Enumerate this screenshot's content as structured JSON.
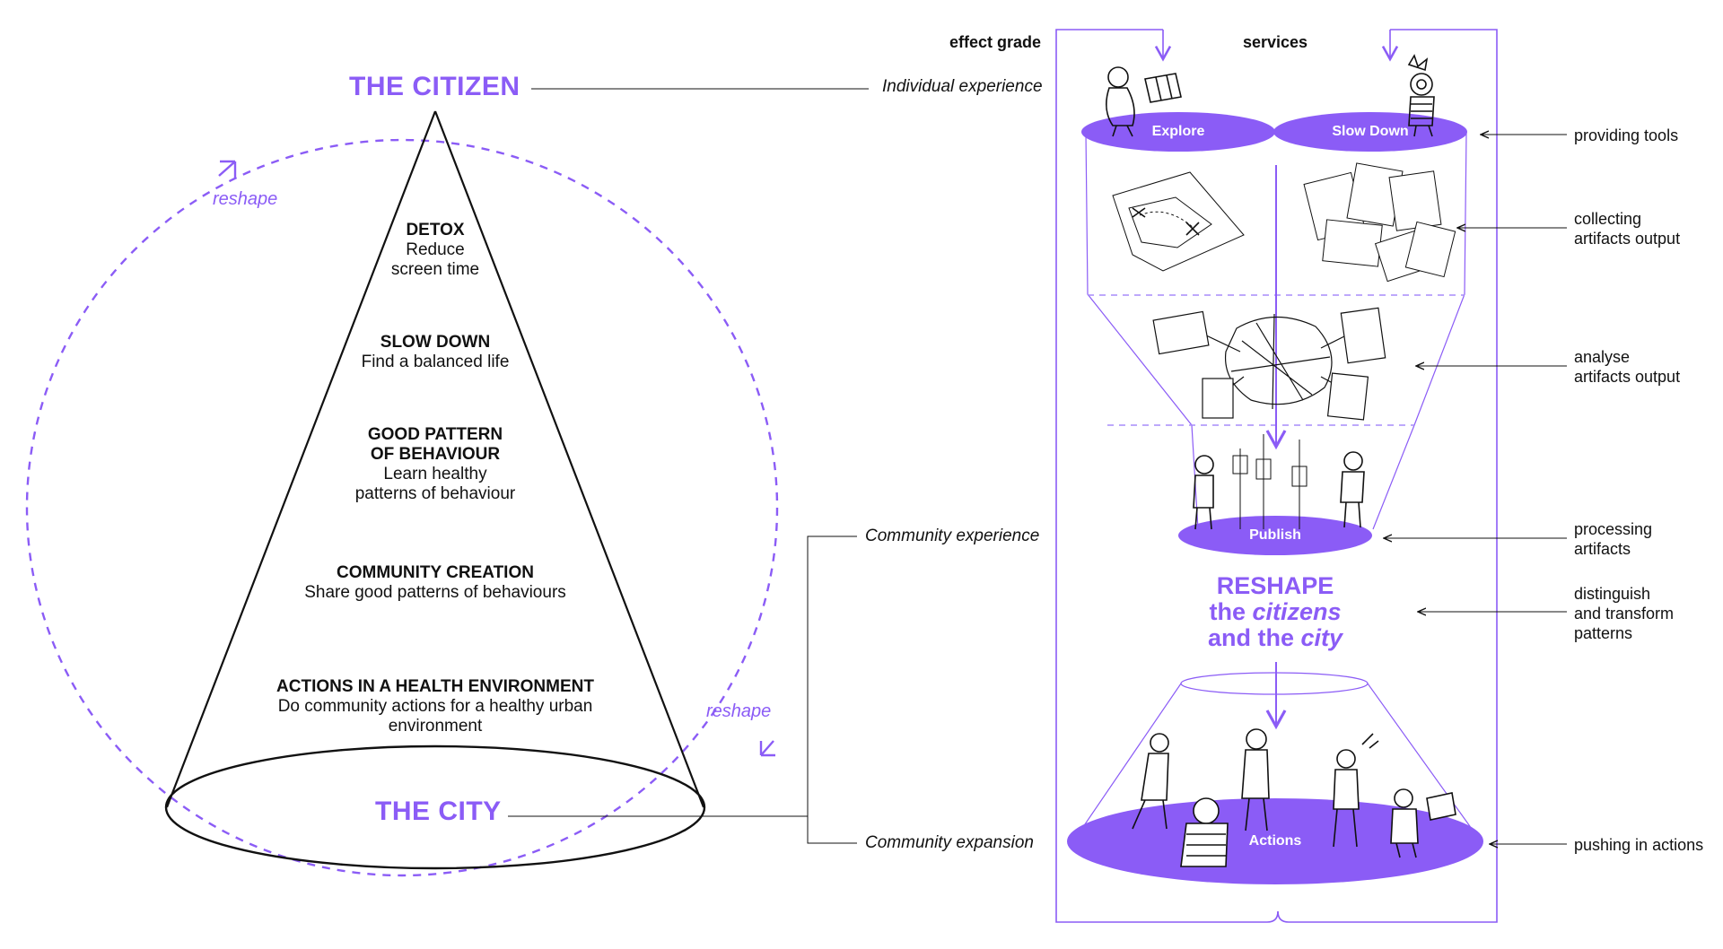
{
  "left": {
    "citizen_title": "THE CITIZEN",
    "city_title": "THE CITY",
    "reshape_top": "reshape",
    "reshape_bottom": "reshape",
    "individual_experience": "Individual experience",
    "community_experience": "Community experience",
    "community_expansion": "Community expansion",
    "levels": [
      {
        "heading": "DETOX",
        "desc": [
          "Reduce",
          "screen time"
        ]
      },
      {
        "heading": "SLOW DOWN",
        "desc": [
          "Find a balanced life"
        ]
      },
      {
        "heading": [
          "GOOD PATTERN",
          "OF BEHAVIOUR"
        ],
        "desc": [
          "Learn healthy",
          "patterns of behaviour"
        ]
      },
      {
        "heading": "COMMUNITY CREATION",
        "desc": [
          "Share good patterns of behaviours"
        ]
      },
      {
        "heading": "ACTIONS IN A HEALTH ENVIRONMENT",
        "desc": [
          "Do community actions for a healthy urban",
          "environment"
        ]
      }
    ]
  },
  "right": {
    "effect_grade": "effect grade",
    "services": "services",
    "pills": {
      "explore": "Explore",
      "slow_down": "Slow Down",
      "publish": "Publish",
      "actions": "Actions"
    },
    "reshape_title": {
      "line1": "RESHAPE",
      "line2_pre": "the ",
      "line2_em": "citizens",
      "line3_pre": "and the ",
      "line3_em": "city"
    },
    "notes": [
      [
        "providing tools"
      ],
      [
        "collecting",
        "artifacts output"
      ],
      [
        "analyse",
        "artifacts output"
      ],
      [
        "processing",
        "artifacts"
      ],
      [
        "distinguish",
        "and transform",
        "patterns"
      ],
      [
        "pushing in actions"
      ]
    ]
  },
  "colors": {
    "accent": "#8b5cf6",
    "accent_light": "#a78bfa",
    "ink": "#111111"
  }
}
